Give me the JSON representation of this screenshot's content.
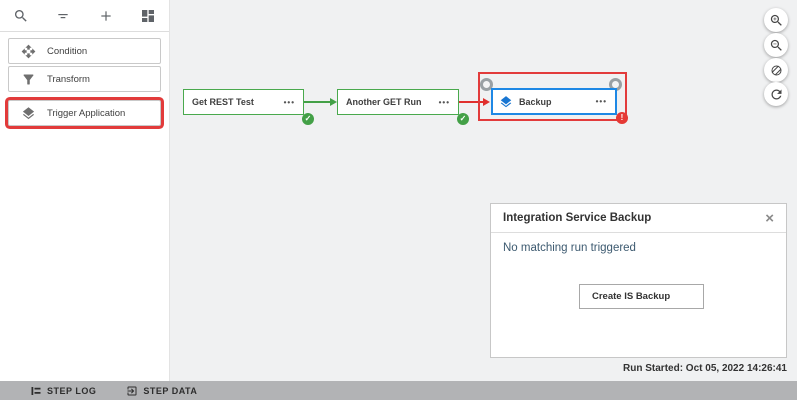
{
  "sidebar": {
    "toolbar_icons": [
      "search",
      "filter",
      "add",
      "blocks"
    ],
    "items": [
      {
        "label": "Condition",
        "icon": "move"
      },
      {
        "label": "Transform",
        "icon": "funnel"
      },
      {
        "label": "Trigger Application",
        "icon": "layers",
        "highlighted": true
      }
    ]
  },
  "canvas": {
    "nodes": [
      {
        "label": "Get REST Test",
        "menu": "•••",
        "status": "success"
      },
      {
        "label": "Another GET Run",
        "menu": "•••",
        "status": "success"
      },
      {
        "label": "Backup",
        "menu": "•••",
        "status": "error",
        "selected": true,
        "icon": "layers"
      }
    ],
    "status_glyphs": {
      "success": "✓",
      "error": "!"
    }
  },
  "view_controls": [
    "zoom-in",
    "zoom-out",
    "slashed-circle",
    "refresh"
  ],
  "panel": {
    "title": "Integration Service Backup",
    "close_glyph": "×",
    "message": "No matching run triggered",
    "action_label": "Create IS Backup",
    "run_started": "Run Started: Oct 05, 2022 14:26:41"
  },
  "footer": {
    "tabs": [
      {
        "label": "STEP LOG",
        "icon": "step-log"
      },
      {
        "label": "STEP DATA",
        "icon": "step-data"
      }
    ]
  },
  "colors": {
    "success": "#43a047",
    "error": "#e53935",
    "selection_blue": "#1e88e5",
    "highlight_red": "#e23b3b",
    "canvas_bg": "#f0f1f2",
    "footer_bg": "#b2b3b5"
  }
}
